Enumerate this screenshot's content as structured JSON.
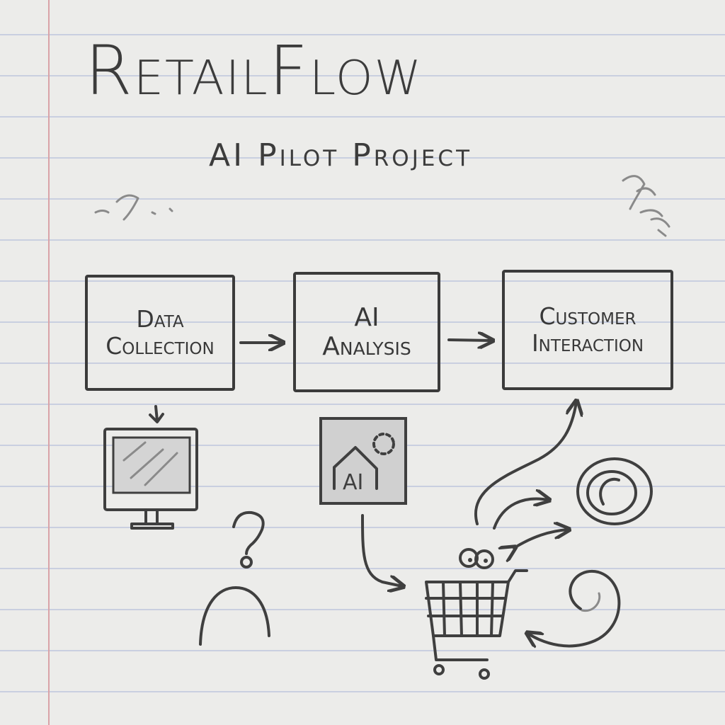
{
  "title": "RetailFlow",
  "subtitle": "AI Pilot Project",
  "flow": {
    "steps": [
      {
        "label": "Data\nCollection"
      },
      {
        "label": "AI\nAnalysis"
      },
      {
        "label": "Customer\nInteraction"
      }
    ]
  },
  "icons": {
    "ai_badge_label": "AI"
  },
  "colors": {
    "ink": "#3f3f3f",
    "paper": "#ececea",
    "rule_line": "#c9cfe0",
    "margin_line": "#d9a3a8"
  }
}
